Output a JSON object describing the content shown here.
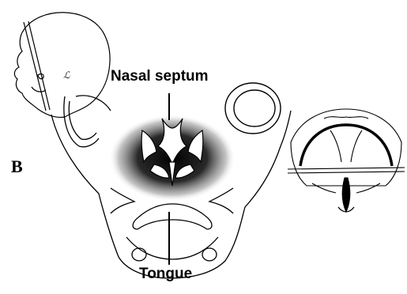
{
  "panel_letter": "B",
  "labels": {
    "nasal_septum": "Nasal septum",
    "tongue": "Tongue"
  },
  "inset_mark": "ℒ",
  "colors": {
    "line": "#000000",
    "background": "#ffffff",
    "shading": "#1a1a1a"
  }
}
